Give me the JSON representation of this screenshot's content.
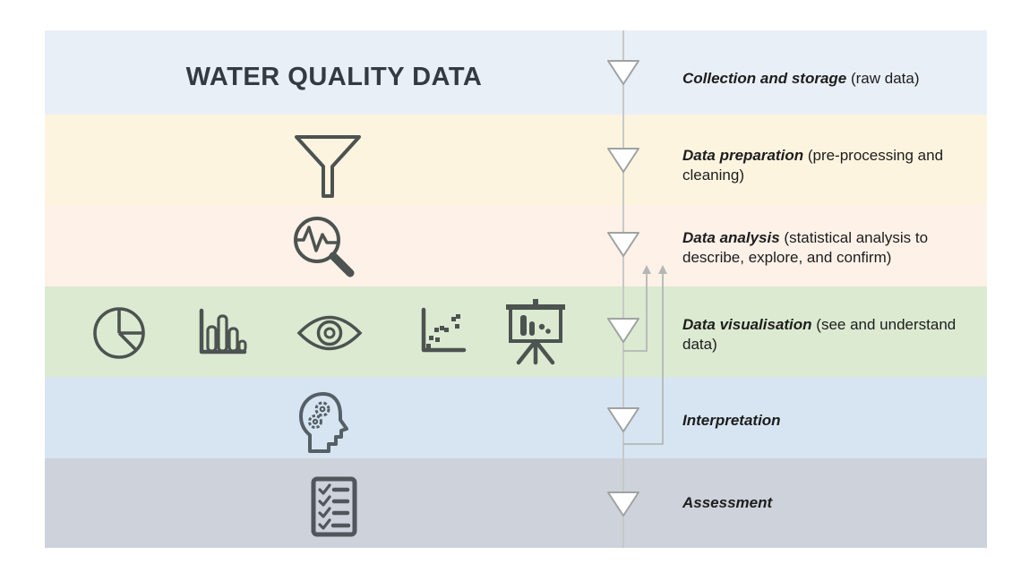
{
  "title": "WATER QUALITY DATA",
  "colors": {
    "flow_line": "#c7c9c7",
    "feedback_arrow": "#b4b8b4",
    "triangle_fill": "#ffffff",
    "triangle_stroke": "#9fa3a0",
    "icon_stroke": "#4c5350",
    "label_text": "#1d1d1d",
    "title_text": "#353a41"
  },
  "stages": [
    {
      "name": "Collection and storage",
      "detail": "(raw data)",
      "band_color": "#e9eff7",
      "icons": []
    },
    {
      "name": "Data preparation",
      "detail": "(pre-processing and cleaning)",
      "band_color": "#fdf4e0",
      "icons": [
        "funnel-icon"
      ]
    },
    {
      "name": "Data analysis",
      "detail": "(statistical analysis to describe, explore, and confirm)",
      "band_color": "#fdf1e8",
      "icons": [
        "magnifier-pulse-icon"
      ]
    },
    {
      "name": "Data visualisation",
      "detail": "(see and understand data)",
      "band_color": "#dbead1",
      "icons": [
        "pie-chart-icon",
        "bar-chart-icon",
        "eye-icon",
        "scatter-plot-icon",
        "presentation-board-icon"
      ]
    },
    {
      "name": "Interpretation",
      "detail": "",
      "band_color": "#d7e5f2",
      "icons": [
        "head-gears-icon"
      ]
    },
    {
      "name": "Assessment",
      "detail": "",
      "band_color": "#cdd2db",
      "icons": [
        "checklist-icon"
      ]
    }
  ],
  "flow": {
    "direction": "top-to-bottom",
    "feedback_arrows": [
      {
        "from": "Data visualisation",
        "to": "Data analysis"
      },
      {
        "from": "Interpretation",
        "to": "Data analysis"
      }
    ]
  }
}
